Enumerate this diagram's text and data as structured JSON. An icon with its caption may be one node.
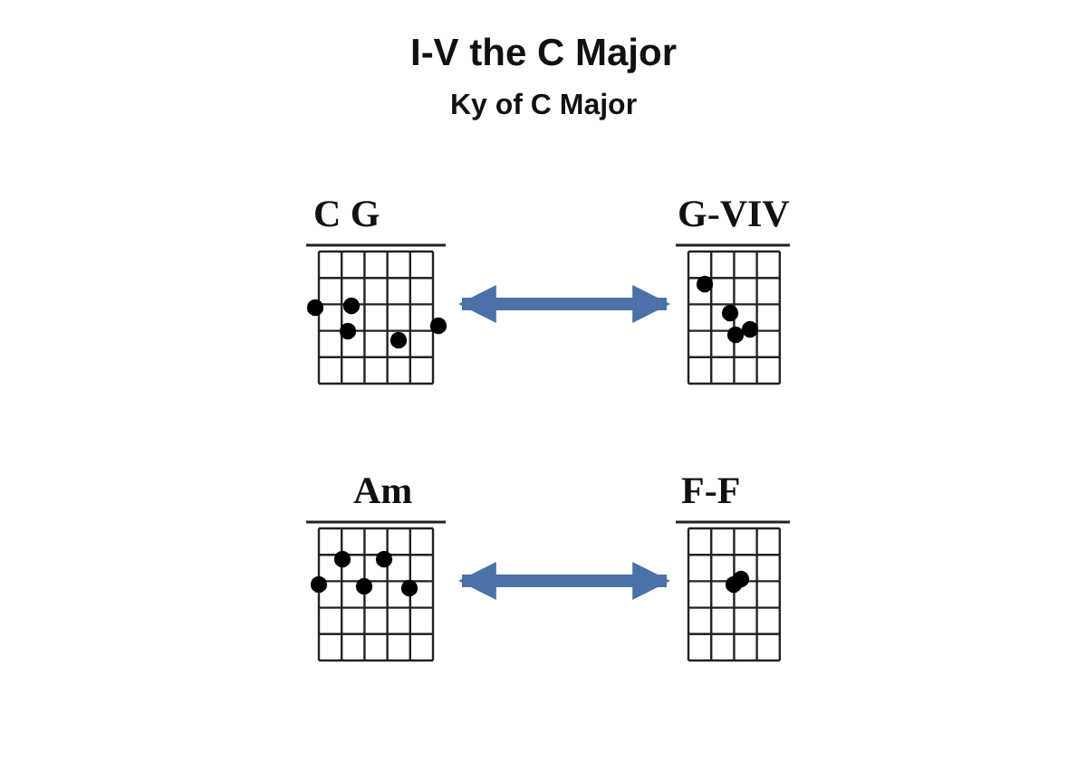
{
  "diagram": {
    "title": "I-V the C Major",
    "nodes": [
      {
        "text": [
          "C G"
        ]
      },
      {
        "text": [
          "G-VIV"
        ]
      },
      {
        "text": [
          "Am"
        ]
      },
      {
        "text": [
          "F-F"
        ]
      }
    ],
    "edges": [
      {
        "from": 0,
        "to": 1,
        "arrow": "both"
      },
      {
        "from": 2,
        "to": 3,
        "arrow": "both"
      }
    ],
    "labels": [
      "Ky of C Major"
    ]
  }
}
